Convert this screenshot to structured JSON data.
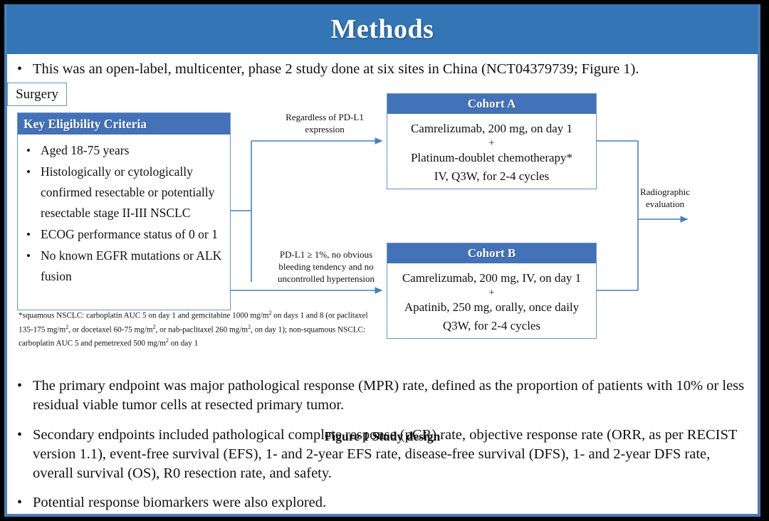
{
  "slide": {
    "title": "Methods",
    "accent_color": "#3375b5",
    "box_header_color": "#4372b8",
    "box_border_color": "#6a93c9",
    "frame_color": "#4a7ebb"
  },
  "intro_bullet": {
    "marker": "•",
    "text": "This was an open-label, multicenter, phase 2 study done at six sites in China (NCT04379739; Figure 1)."
  },
  "figure": {
    "caption": "Figure 1 Study design",
    "eligibility": {
      "header": "Key  Eligibility Criteria",
      "items": [
        "Aged 18-75 years",
        "Histologically or cytologically confirmed resectable or potentially resectable stage II-III  NSCLC",
        "ECOG performance status of 0 or 1",
        "No known EGFR mutations or ALK fusion"
      ]
    },
    "footnote": {
      "line1_a": "*squamous NSCLC: carboplatin AUC 5 on day 1 and gemcitabine 1000 mg/m",
      "sup1": "2",
      "line1_b": " on days 1 and 8 (or paclitaxel 135-175 mg/m",
      "sup2": "2",
      "line1_c": ", or docetaxel 60-75 mg/m",
      "sup3": "2",
      "line1_d": ", or nab-paclitaxel 260 mg/m",
      "sup4": "2",
      "line1_e": ", on day 1); non-squamous NSCLC: carboplatin AUC 5 and pemetrexed 500 mg/m",
      "sup5": "2",
      "line1_f": " on day 1"
    },
    "cohort_a": {
      "header": "Cohort A",
      "line1": "Camrelizumab, 200 mg, on day 1",
      "plus": "+",
      "line2": "Platinum-doublet chemotherapy*",
      "line3": "IV, Q3W, for 2-4 cycles"
    },
    "cohort_b": {
      "header": "Cohort B",
      "line1": "Camrelizumab, 200 mg, IV, on day 1",
      "plus": "+",
      "line2": "Apatinib, 250 mg, orally, once daily",
      "line3": "Q3W, for 2-4 cycles"
    },
    "connector_labels": {
      "top": "Regardless  of PD-L1\nexpression",
      "top_line1": "Regardless  of PD-L1",
      "top_line2": "expression",
      "bottom_line1": "PD-L1 ≥ 1%, no obvious",
      "bottom_line2": "bleeding tendency  and no",
      "bottom_line3": "uncontrolled  hypertension",
      "right_line1": "Radiographic",
      "right_line2": "evaluation"
    },
    "surgery": {
      "label": "Surgery"
    }
  },
  "endpoints": {
    "primary": {
      "marker": "•",
      "text": "The primary endpoint was major pathological response (MPR) rate, defined as the proportion of patients with 10% or less residual viable tumor cells at resected primary tumor."
    },
    "secondary": {
      "marker": "•",
      "text": "Secondary endpoints included pathological complete response (pCR) rate, objective response rate (ORR, as per RECIST version 1.1), event-free survival (EFS), 1- and 2-year EFS rate, disease-free survival (DFS), 1- and 2-year DFS rate, overall survival (OS), R0 resection rate, and safety."
    },
    "biomarker": {
      "marker": "•",
      "text": "Potential response biomarkers were also explored."
    }
  }
}
